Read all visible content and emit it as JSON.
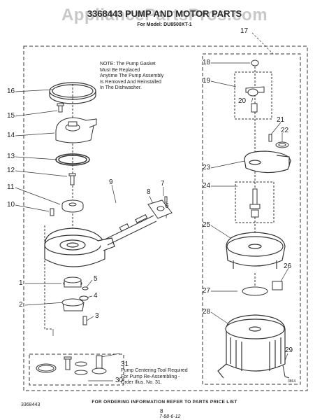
{
  "header": {
    "watermark": "AppliancePartsPros.com",
    "title": "3368443 PUMP AND MOTOR PARTS",
    "model": "For Model: DU8500XT-1"
  },
  "note": {
    "lines": [
      "NOTE: The Pump Gasket",
      "Must Be Replaced",
      "Anytime The Pump Assembly",
      "Is Removed And Reinstalled",
      "In The Dishwasher."
    ]
  },
  "tool_note": {
    "lines": [
      "Pump Centering Tool Required",
      "For Pump Re-Assembling -",
      "Order Illus. No. 31."
    ]
  },
  "callouts": {
    "n1": "1",
    "n2": "2",
    "n3": "3",
    "n4": "4",
    "n5": "5",
    "n6": "6",
    "n7": "7",
    "n8": "8",
    "n9": "9",
    "n10": "10",
    "n11": "11",
    "n12": "12",
    "n13": "13",
    "n14": "14",
    "n15": "15",
    "n16": "16",
    "n17": "17",
    "n18": "18",
    "n19": "19",
    "n20": "20",
    "n21": "21",
    "n22": "22",
    "n23": "23",
    "n24": "24",
    "n25": "25",
    "n26": "26",
    "n27": "27",
    "n28": "28",
    "n29": "29",
    "n30": "30",
    "n31": "31"
  },
  "footer": {
    "ordering": "FOR ORDERING INFORMATION REFER TO PARTS PRICE LIST",
    "part_number": "3368443",
    "page_number": "8",
    "handwritten": "7-88-6-12",
    "diagram_code": "3864"
  }
}
